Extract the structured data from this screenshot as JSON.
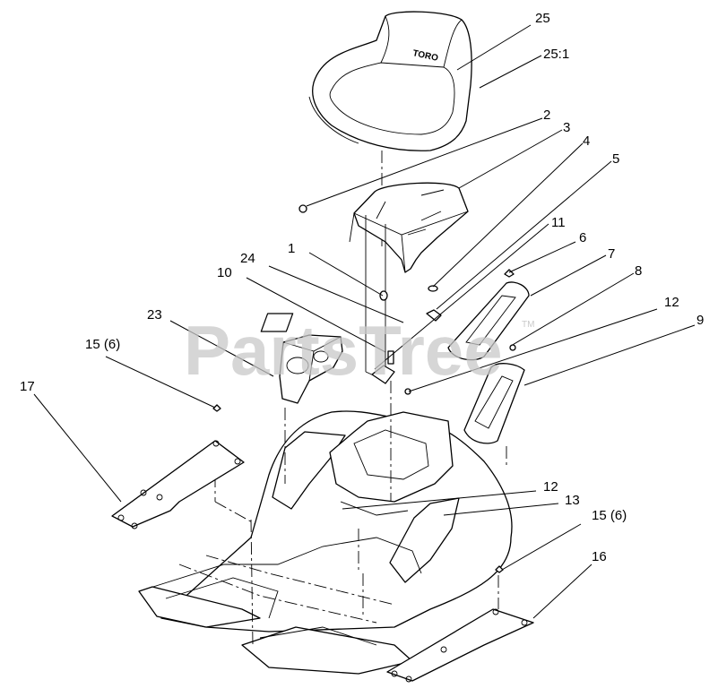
{
  "watermark": {
    "text": "PartsTree",
    "tm": "TM"
  },
  "seat_brand": "TORO",
  "callouts": {
    "c25": "25",
    "c25_1": "25:1",
    "c2": "2",
    "c3": "3",
    "c4": "4",
    "c5": "5",
    "c11": "11",
    "c6": "6",
    "c7": "7",
    "c8": "8",
    "c12a": "12",
    "c9": "9",
    "c1": "1",
    "c24": "24",
    "c10": "10",
    "c23": "23",
    "c15a": "15 (6)",
    "c17": "17",
    "c12b": "12",
    "c13": "13",
    "c15b": "15 (6)",
    "c16": "16"
  }
}
